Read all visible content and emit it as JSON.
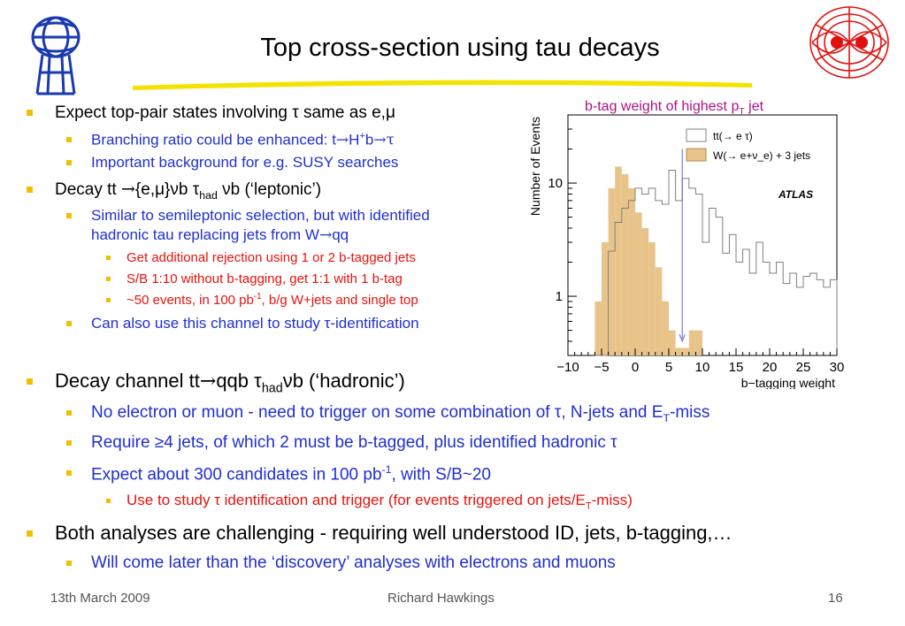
{
  "slide": {
    "title": "Top cross-section using tau decays"
  },
  "bullets": {
    "b1": "Expect top-pair states involving τ same as e,μ",
    "b1_1a": "Branching ratio could be enhanced: t",
    "b1_1b": "H",
    "b1_1c": "b",
    "b1_2": "Important background for e.g. SUSY searches",
    "b2a": "Decay tt ",
    "b2b": "{e,μ}νb τ",
    "b2c": "had",
    "b2d": " νb (‘leptonic’)",
    "b2_1a": "Similar to semileptonic selection, but with identified",
    "b2_1b": "hadronic tau replacing jets from W",
    "b2_1c": "qq",
    "b2_1_1": "Get additional rejection using 1 or 2 b-tagged jets",
    "b2_1_2": "S/B 1:10 without b-tagging, get 1:1 with 1 b-tag",
    "b2_1_3a": "~50 events, in 100 pb",
    "b2_1_3b": "-1",
    "b2_1_3c": ", b/g W+jets and single top",
    "b2_2": "Can also use this channel to study τ-identification",
    "b3a": "Decay channel tt",
    "b3b": "qqb τ",
    "b3c": "had",
    "b3d": "νb (‘hadronic’)",
    "b3_1a": "No electron or muon - need to trigger on some combination of τ, N-jets and E",
    "b3_1b": "T",
    "b3_1c": "-miss",
    "b3_2": "Require ≥4 jets, of which 2 must be b-tagged, plus identified hadronic τ",
    "b3_3a": "Expect about 300 candidates in 100 pb",
    "b3_3b": "-1",
    "b3_3c": ", with S/B~20",
    "b3_3_1a": "Use to study τ identification and trigger (for events triggered on jets/E",
    "b3_3_1b": "T",
    "b3_3_1c": "-miss)",
    "b4": "Both analyses are challenging - requiring well understood ID, jets, b-tagging,…",
    "b4_1": "Will come later than the ‘discovery’ analyses with electrons and muons"
  },
  "footer": {
    "date": "13th March 2009",
    "author": "Richard Hawkings",
    "page": "16"
  },
  "chart_caption": {
    "a": "b-tag weight of highest p",
    "b": "T",
    "c": " jet"
  },
  "chart_data": {
    "type": "bar",
    "xlabel": "b−tagging weight",
    "ylabel": "Number of Events",
    "xlim": [
      -10,
      30
    ],
    "ylim": [
      0.3,
      40
    ],
    "log_y": true,
    "x_ticks": [
      "−10",
      "−5",
      "0",
      "5",
      "10",
      "15",
      "20",
      "25",
      "30"
    ],
    "y_ticks": [
      "1",
      "10"
    ],
    "watermark": "ATLAS",
    "bin_edges": [
      -6,
      -5,
      -4,
      -3,
      -2,
      -1,
      0,
      1,
      2,
      3,
      4,
      5,
      6,
      7,
      8,
      9,
      10,
      11,
      12,
      13,
      14,
      15,
      16,
      17,
      18,
      19,
      20,
      21,
      22,
      23,
      24,
      25,
      26,
      27,
      28,
      29,
      30
    ],
    "series": [
      {
        "name": "W(→ e+ν_e) + 3 jets",
        "style": "filled",
        "color": "#e8c48a",
        "values": [
          0.9,
          3,
          9,
          14,
          12,
          9,
          5.5,
          4,
          3,
          1.8,
          0.9,
          0.5,
          0.35,
          0.35,
          0.5,
          0.5,
          0,
          0,
          0,
          0,
          0,
          0,
          0,
          0,
          0,
          0,
          0,
          0,
          0,
          0,
          0,
          0,
          0,
          0,
          0,
          0
        ]
      },
      {
        "name": "tt(→ e τ)",
        "style": "outline",
        "color": "#808080",
        "values": [
          0,
          0,
          2.5,
          4.5,
          6,
          7,
          9,
          8,
          9,
          7,
          6.5,
          13,
          7,
          11,
          9,
          8,
          3,
          6,
          5,
          2.4,
          3.5,
          2,
          2.6,
          1.6,
          3,
          2,
          1.6,
          2,
          1.3,
          1.6,
          1.2,
          1.5,
          1.6,
          1.4,
          1.2,
          1.4
        ]
      }
    ],
    "legend_position": "top-right",
    "annotation_line_x": 7
  },
  "colors": {
    "bullet": "#f0c000",
    "level2": "#1f2fd0",
    "level3": "#e8120c",
    "caption": "#b0108a",
    "title_underline": "#f3e300"
  }
}
